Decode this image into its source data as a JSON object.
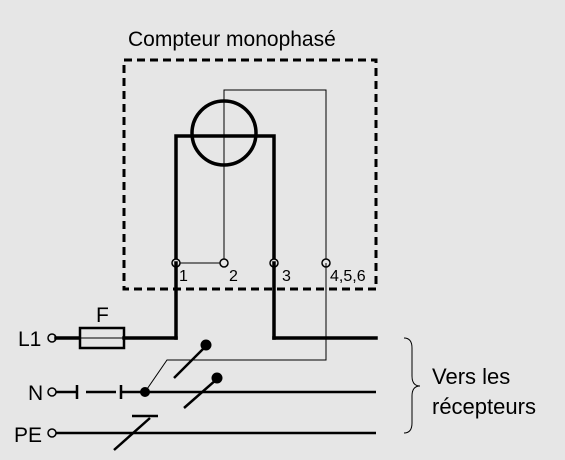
{
  "title": "Compteur monophasé",
  "fuse_label": "F",
  "lines": {
    "l1": "L1",
    "n": "N",
    "pe": "PE"
  },
  "terminals": [
    "1",
    "2",
    "3",
    "4,5,6"
  ],
  "destination": {
    "line1": "Vers les",
    "line2": "récepteurs"
  }
}
